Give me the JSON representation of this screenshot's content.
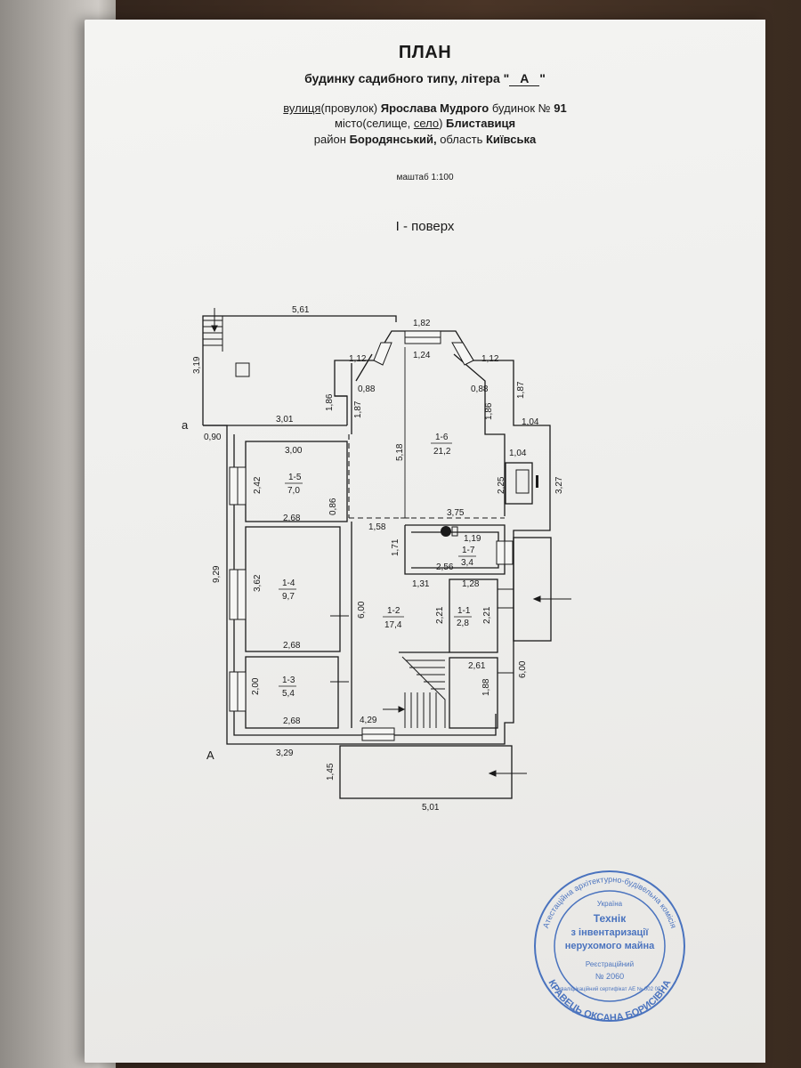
{
  "document": {
    "title": "ПЛАН",
    "subtitle_prefix": "будинку садибного типу, літера \"",
    "letter": "А",
    "subtitle_suffix": "\"",
    "address": {
      "street_label": "вулиця",
      "street_type_rest": "(провулок)",
      "street": "Ярослава Мудрого",
      "house_label": "будинок №",
      "house_no": "91",
      "city_label_a": "місто(селище, ",
      "city_label_b": "село",
      "city_label_c": ")",
      "city": "Блиставиця",
      "district_label": "район",
      "district": "Бородянський,",
      "oblast_label": "область",
      "oblast": "Київська"
    },
    "scale": "маштаб  1:100",
    "floor": "І - поверх"
  },
  "rooms": [
    {
      "id": "1-6",
      "area": "21,2"
    },
    {
      "id": "1-5",
      "area": "7,0"
    },
    {
      "id": "1-4",
      "area": "9,7"
    },
    {
      "id": "1-3",
      "area": "5,4"
    },
    {
      "id": "1-2",
      "area": "17,4"
    },
    {
      "id": "1-7",
      "area": "3,4"
    },
    {
      "id": "1-1",
      "area": "2,8"
    }
  ],
  "dimensions": {
    "top_width": "5,61",
    "left_height": "3,19",
    "bay_top": "1,82",
    "bay_inner": "1,24",
    "left_step": "1,12",
    "right_step": "1,12",
    "left_diag": "0,88",
    "right_diag": "0,88",
    "left_vert_a": "1,86",
    "left_vert_b": "1,87",
    "right_vert_a": "1,86",
    "right_vert_b": "1,87",
    "right_step_w": "1,04",
    "porch_w": "3,01",
    "offset": "0,90",
    "r15_w": "3,00",
    "r15_h": "2,42",
    "r15_w2": "2,68",
    "r15_gap": "0,86",
    "r16_h": "5,18",
    "niche_w": "1,04",
    "niche_h": "2,25",
    "right_h": "3,27",
    "corr_w": "3,75",
    "left_total": "9,29",
    "r14_h": "3,62",
    "r14_w": "2,68",
    "hall_w": "1,58",
    "r17_h": "1,71",
    "r17_w1": "1,19",
    "r17_w2": "2,56",
    "r12_h": "6,00",
    "r12_w": "1,31",
    "r11_w": "1,28",
    "r12_d": "2,21",
    "r11_h": "2,21",
    "r13_h": "2,00",
    "r13_w": "2,68",
    "stair_w": "2,61",
    "stair_h": "1,88",
    "right_long": "6,00",
    "bottom_stair": "4,29",
    "bottom_w": "3,29",
    "porch_h": "1,45",
    "porch_bottom": "5,01"
  },
  "axes": {
    "top_left": "а",
    "bottom_left": "А"
  },
  "stamp": {
    "outer_top": "Атестаційна архітектурно-будівельна комісія",
    "country": "Україна",
    "center_line1": "Технік",
    "center_line2": "з інвентаризації",
    "center_line3": "нерухомого майна",
    "reg_label": "Реєстраційний",
    "reg_no": "№ 2060",
    "name": "КРАВЕЦЬ ОКСАНА БОРИСІВНА",
    "cert": "кваліфікаційний сертифікат АЕ № 002 00"
  },
  "colors": {
    "ink": "#1a1a1a",
    "stamp": "#2f5fb8",
    "paper": "#eeeeec"
  }
}
